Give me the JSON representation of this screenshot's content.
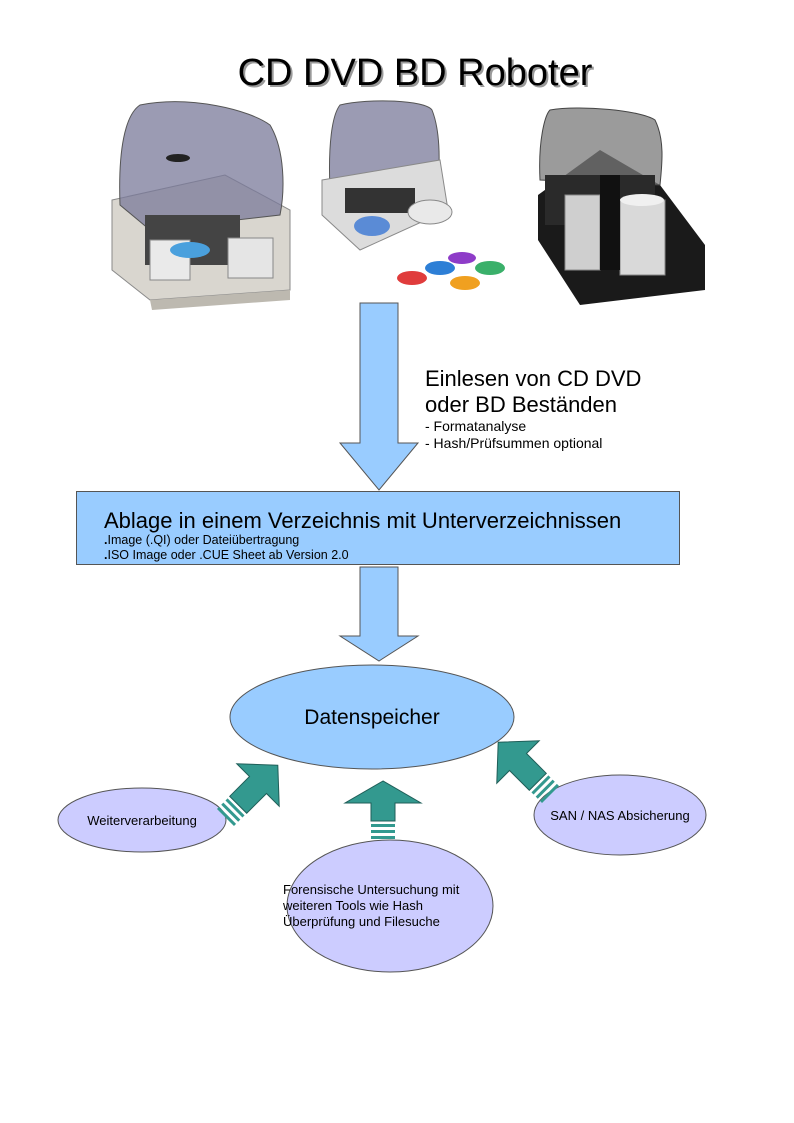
{
  "title": "CD DVD BD Roboter",
  "einlesen": {
    "line1": "Einlesen von CD DVD",
    "line2": "oder BD Beständen",
    "bullets": [
      "- Formatanalyse",
      "- Hash/Prüfsummen optional"
    ]
  },
  "ablage": {
    "heading": "Ablage in einem Verzeichnis mit Unterverzeichnissen",
    "items": [
      "Image (.QI) oder Dateiübertragung",
      "ISO Image oder .CUE Sheet ab Version 2.0"
    ]
  },
  "datenspeicher": "Datenspeicher",
  "weiterverarbeitung": "Weiterverarbeitung",
  "san": "SAN / NAS Absicherung",
  "forensic": {
    "line1": "Forensische Untersuchung mit",
    "line2": "weiteren Tools wie Hash",
    "line3": "Überprüfung und Filesuche"
  },
  "colors": {
    "arrow_blue": "#99ccff",
    "datenspeicher_fill": "#99ccff",
    "ellipse_lavender": "#ccccff",
    "teal_arrow": "#33998f"
  }
}
